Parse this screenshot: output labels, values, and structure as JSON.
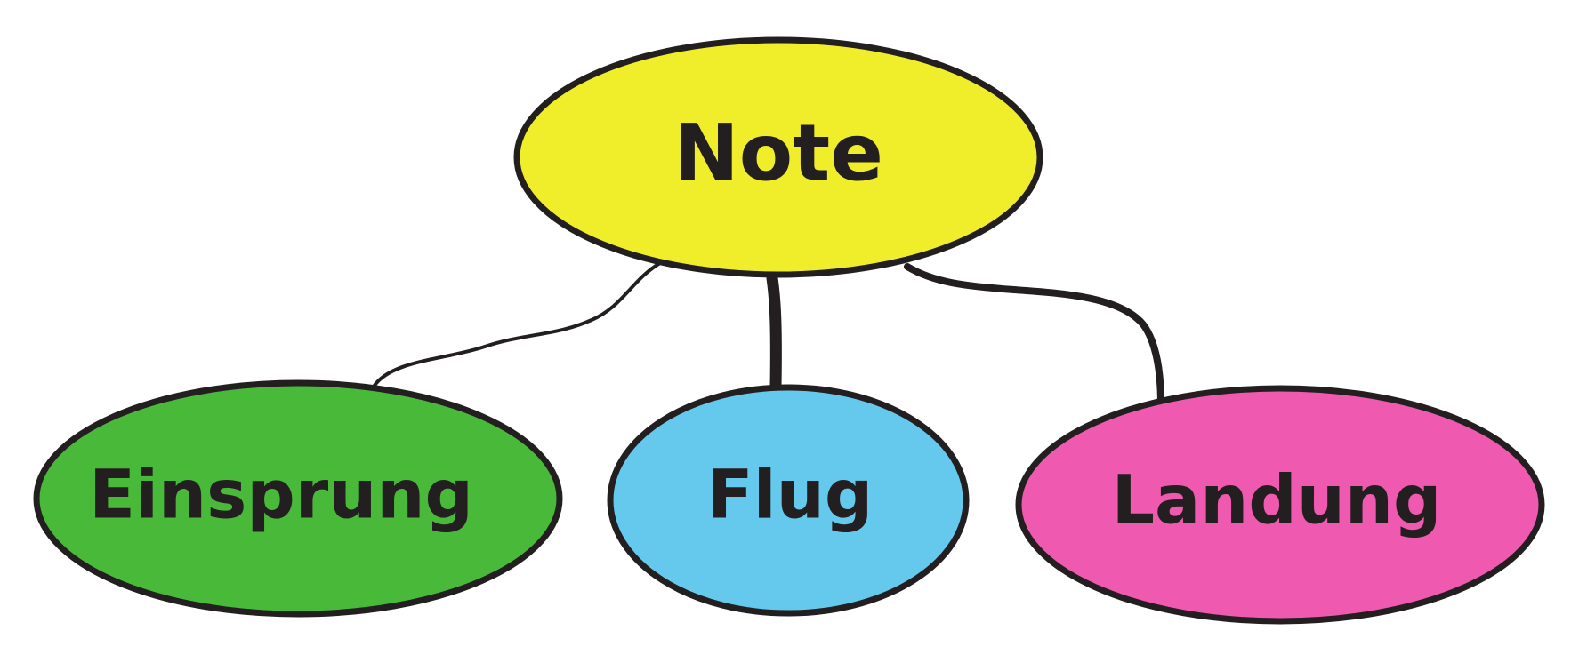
{
  "diagram": {
    "root": {
      "label": "Note",
      "color": "#f0ee2b"
    },
    "children": [
      {
        "label": "Einsprung",
        "color": "#49b93a"
      },
      {
        "label": "Flug",
        "color": "#64c9ec"
      },
      {
        "label": "Landung",
        "color": "#f059b0"
      }
    ],
    "line_color": "#231f20"
  }
}
